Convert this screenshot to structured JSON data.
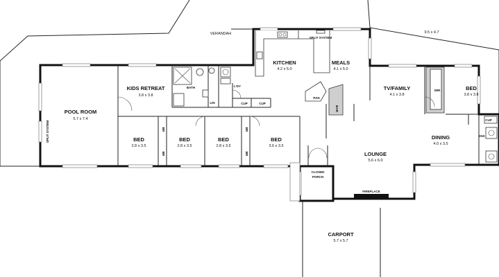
{
  "rooms": {
    "pool_room": {
      "name": "POOL ROOM",
      "dims": "5.7 x 7.4"
    },
    "kids_retreat": {
      "name": "KIDS RETREAT",
      "dims": "3.8 x 3.8"
    },
    "bed1": {
      "name": "BED",
      "dims": "2.8 x 3.5"
    },
    "bed2": {
      "name": "BED",
      "dims": "2.8 x 3.5"
    },
    "bed3": {
      "name": "BED",
      "dims": "2.8 x 3.5"
    },
    "bed4": {
      "name": "BED",
      "dims": "3.6 x 3.5"
    },
    "kitchen": {
      "name": "KITCHEN",
      "dims": "4.2 x 5.0"
    },
    "meals": {
      "name": "MEALS",
      "dims": "4.1 x 5.0"
    },
    "tv_family": {
      "name": "TV/FAMILY",
      "dims": "4.1 x 3.8"
    },
    "master_bed": {
      "name": "BED",
      "dims": "3.8 x 3.8"
    },
    "dining": {
      "name": "DINING",
      "dims": "4.0 x 3.5"
    },
    "lounge": {
      "name": "LOUNGE",
      "dims": "5.6 x 6.0"
    },
    "carport": {
      "name": "CARPORT",
      "dims": "5.7 x 5.7"
    },
    "outdoor": {
      "dims": "9.5 x 4.7"
    }
  },
  "labels": {
    "verandah": "VERANDAH",
    "bath": "BATH",
    "lin": "LIN",
    "ldy": "L'DY",
    "cup1": "CUP",
    "cup2": "CUP",
    "cup3": "CUP",
    "pan": "PAN",
    "bar": "BAR",
    "wir": "WIR",
    "ens": "ENS",
    "split_system": "SPLIT SYSTEM",
    "split_system_side": "SPLIT SYSTEM",
    "closed_porch_1": "CLOSED",
    "closed_porch_2": "PORCH",
    "fireplace": "FIREPLACE",
    "br1": "BR",
    "br2": "BR",
    "br3": "BR",
    "br4": "BR"
  }
}
